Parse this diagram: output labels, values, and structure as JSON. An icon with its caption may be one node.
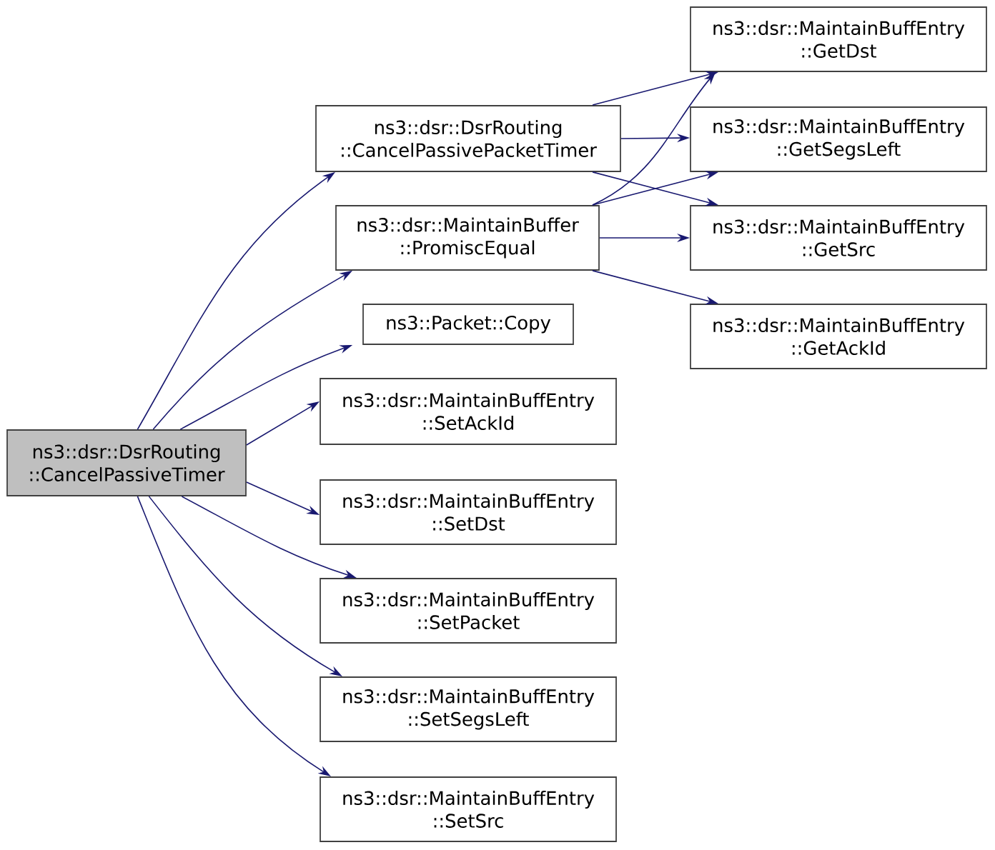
{
  "diagram": {
    "nodes": [
      {
        "text": [
          "ns3::dsr::DsrRouting ::CancelPassiveTimer"
        ]
      },
      {
        "text": [
          "ns3::dsr::DsrRouting ::CancelPassivePacketTimer"
        ]
      },
      {
        "text": [
          "ns3::dsr::MaintainBuffer ::PromiscEqual"
        ]
      },
      {
        "text": [
          "ns3::Packet::Copy"
        ]
      },
      {
        "text": [
          "ns3::dsr::MaintainBuffEntry ::SetAckId"
        ]
      },
      {
        "text": [
          "ns3::dsr::MaintainBuffEntry ::SetDst"
        ]
      },
      {
        "text": [
          "ns3::dsr::MaintainBuffEntry ::SetPacket"
        ]
      },
      {
        "text": [
          "ns3::dsr::MaintainBuffEntry ::SetSegsLeft"
        ]
      },
      {
        "text": [
          "ns3::dsr::MaintainBuffEntry ::SetSrc"
        ]
      },
      {
        "text": [
          "ns3::dsr::MaintainBuffEntry ::GetDst"
        ]
      },
      {
        "text": [
          "ns3::dsr::MaintainBuffEntry ::GetSegsLeft"
        ]
      },
      {
        "text": [
          "ns3::dsr::MaintainBuffEntry ::GetSrc"
        ]
      },
      {
        "text": [
          "ns3::dsr::MaintainBuffEntry ::GetAckId"
        ]
      }
    ],
    "edges": [
      {
        "from": 0,
        "to": 1,
        "arrow": "to"
      },
      {
        "from": 0,
        "to": 2,
        "arrow": "to"
      },
      {
        "from": 0,
        "to": 3,
        "arrow": "to"
      },
      {
        "from": 0,
        "to": 4,
        "arrow": "to"
      },
      {
        "from": 0,
        "to": 5,
        "arrow": "to"
      },
      {
        "from": 0,
        "to": 6,
        "arrow": "to"
      },
      {
        "from": 0,
        "to": 7,
        "arrow": "to"
      },
      {
        "from": 0,
        "to": 8,
        "arrow": "to"
      },
      {
        "from": 1,
        "to": 9,
        "arrow": "to"
      },
      {
        "from": 1,
        "to": 10,
        "arrow": "to"
      },
      {
        "from": 1,
        "to": 11,
        "arrow": "to"
      },
      {
        "from": 2,
        "to": 9,
        "arrow": "to"
      },
      {
        "from": 2,
        "to": 10,
        "arrow": "to"
      },
      {
        "from": 2,
        "to": 11,
        "arrow": "to"
      },
      {
        "from": 2,
        "to": 12,
        "arrow": "to"
      }
    ]
  }
}
